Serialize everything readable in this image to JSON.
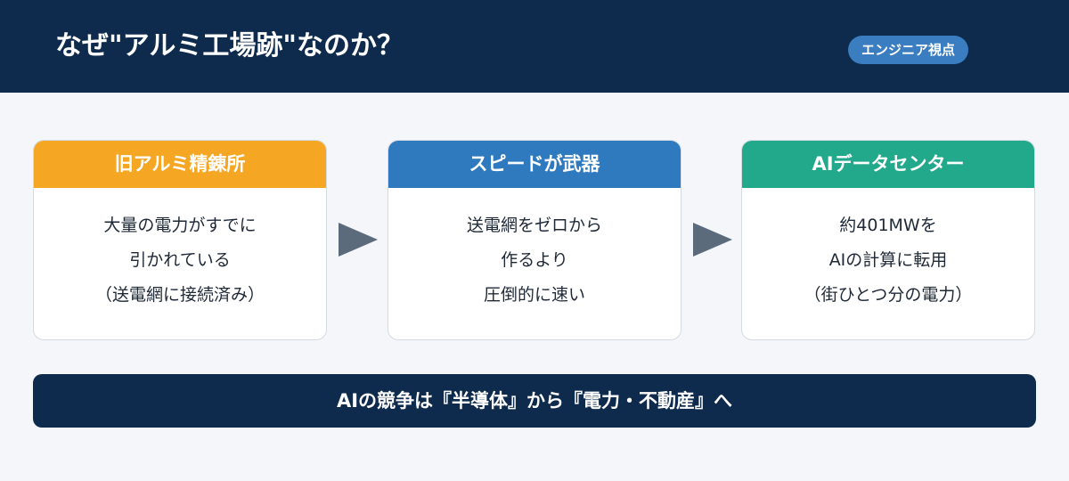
{
  "header": {
    "title": "なぜ\"アルミ工場跡\"なのか？",
    "badge": "エンジニア視点"
  },
  "cards": [
    {
      "title": "旧アルミ精錬所",
      "color": "#f5a623",
      "lines": [
        "大量の電力がすでに",
        "引かれている",
        "（送電網に接続済み）"
      ]
    },
    {
      "title": "スピードが武器",
      "color": "#2f7abf",
      "lines": [
        "送電網をゼロから",
        "作るより",
        "圧倒的に速い"
      ]
    },
    {
      "title": "AIデータセンター",
      "color": "#22a88b",
      "lines": [
        "約401MWを",
        "AIの計算に転用",
        "（街ひとつ分の電力）"
      ]
    }
  ],
  "footer": {
    "message": "AIの競争は『半導体』から『電力・不動産』へ"
  },
  "colors": {
    "header_bg": "#0e2a4c",
    "badge_bg": "#3a7dc0",
    "arrow": "#5b6b7c",
    "page_bg": "#f4f6fa"
  }
}
